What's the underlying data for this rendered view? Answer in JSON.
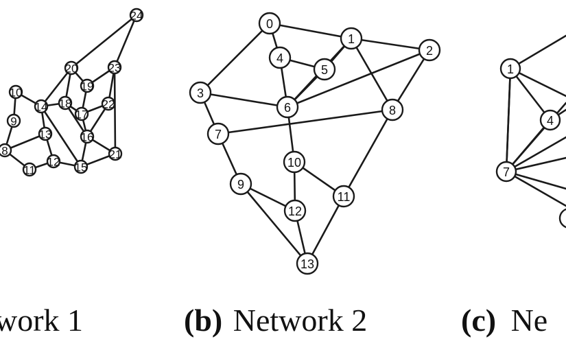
{
  "networks": [
    {
      "id": "network1",
      "caption_letter": "",
      "caption_text": "work 1",
      "nodes": [
        "24",
        "20",
        "23",
        "19",
        "10",
        "14",
        "18",
        "17",
        "22",
        "9",
        "13",
        "16",
        "8",
        "12",
        "15",
        "21",
        "11"
      ],
      "edges": [
        [
          "24",
          "20"
        ],
        [
          "24",
          "23"
        ],
        [
          "20",
          "14"
        ],
        [
          "20",
          "18"
        ],
        [
          "20",
          "19"
        ],
        [
          "23",
          "19"
        ],
        [
          "23",
          "22"
        ],
        [
          "23",
          "21"
        ],
        [
          "19",
          "17"
        ],
        [
          "10",
          "14"
        ],
        [
          "10",
          "9"
        ],
        [
          "14",
          "13"
        ],
        [
          "14",
          "18"
        ],
        [
          "14",
          "15"
        ],
        [
          "18",
          "17"
        ],
        [
          "18",
          "16"
        ],
        [
          "17",
          "22"
        ],
        [
          "17",
          "16"
        ],
        [
          "22",
          "16"
        ],
        [
          "9",
          "8"
        ],
        [
          "13",
          "8"
        ],
        [
          "13",
          "12"
        ],
        [
          "16",
          "15"
        ],
        [
          "16",
          "21"
        ],
        [
          "8",
          "11"
        ],
        [
          "11",
          "12"
        ],
        [
          "12",
          "15"
        ],
        [
          "15",
          "21"
        ]
      ]
    },
    {
      "id": "network2",
      "caption_letter": "(b)",
      "caption_text": "Network 2",
      "nodes": [
        "0",
        "1",
        "2",
        "3",
        "4",
        "5",
        "6",
        "7",
        "8",
        "9",
        "10",
        "11",
        "12",
        "13"
      ],
      "edges": [
        [
          "0",
          "1"
        ],
        [
          "0",
          "4"
        ],
        [
          "0",
          "3"
        ],
        [
          "1",
          "2"
        ],
        [
          "1",
          "5"
        ],
        [
          "1",
          "6"
        ],
        [
          "1",
          "8"
        ],
        [
          "4",
          "5"
        ],
        [
          "4",
          "6"
        ],
        [
          "5",
          "6"
        ],
        [
          "2",
          "6"
        ],
        [
          "2",
          "8"
        ],
        [
          "3",
          "6"
        ],
        [
          "3",
          "7"
        ],
        [
          "6",
          "10"
        ],
        [
          "7",
          "8"
        ],
        [
          "7",
          "9"
        ],
        [
          "10",
          "12"
        ],
        [
          "10",
          "11"
        ],
        [
          "9",
          "12"
        ],
        [
          "9",
          "13"
        ],
        [
          "12",
          "13"
        ],
        [
          "11",
          "13"
        ],
        [
          "8",
          "11"
        ]
      ]
    },
    {
      "id": "network3",
      "caption_letter": "(c)",
      "caption_text": "Ne",
      "nodes": [
        "1",
        "4",
        "7",
        "1"
      ],
      "edges": [
        [
          "1",
          "4"
        ],
        [
          "1",
          "7"
        ],
        [
          "4",
          "7"
        ]
      ]
    }
  ]
}
